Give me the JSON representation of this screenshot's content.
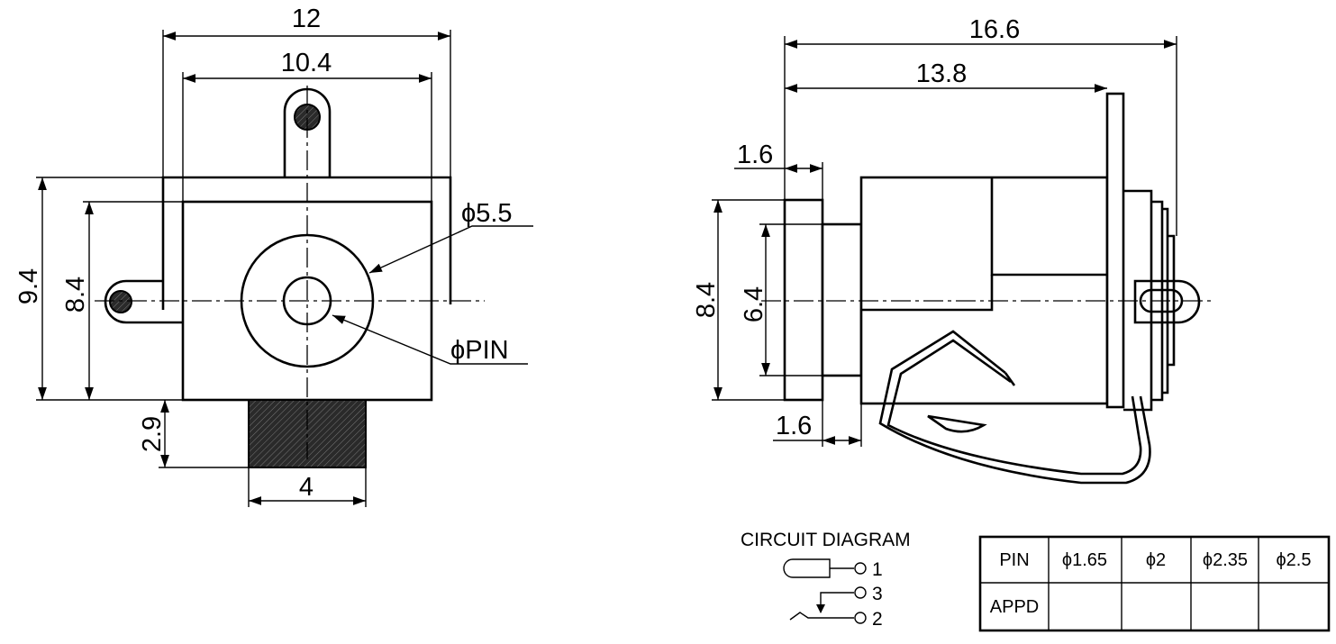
{
  "front_view": {
    "dim_overall_width": "12",
    "dim_body_width": "10.4",
    "dim_overall_height": "9.4",
    "dim_body_height": "8.4",
    "dim_hole_diameter": "ϕ5.5",
    "dim_pin_diameter": "ϕPIN",
    "dim_lead_height": "2.9",
    "dim_lead_width": "4"
  },
  "side_view": {
    "dim_overall_length": "16.6",
    "dim_body_length": "13.8",
    "dim_flange_thickness": "1.6",
    "dim_body_height": "8.4",
    "dim_barrel_height": "6.4",
    "dim_neck_length": "1.6"
  },
  "circuit_diagram": {
    "title": "CIRCUIT DIAGRAM",
    "pin1": "1",
    "pin3": "3",
    "pin2": "2"
  },
  "pin_table": {
    "headers": [
      "PIN",
      "ϕ1.65",
      "ϕ2",
      "ϕ2.35",
      "ϕ2.5"
    ],
    "row_label": "APPD",
    "row_values": [
      "",
      "",
      "",
      ""
    ]
  }
}
